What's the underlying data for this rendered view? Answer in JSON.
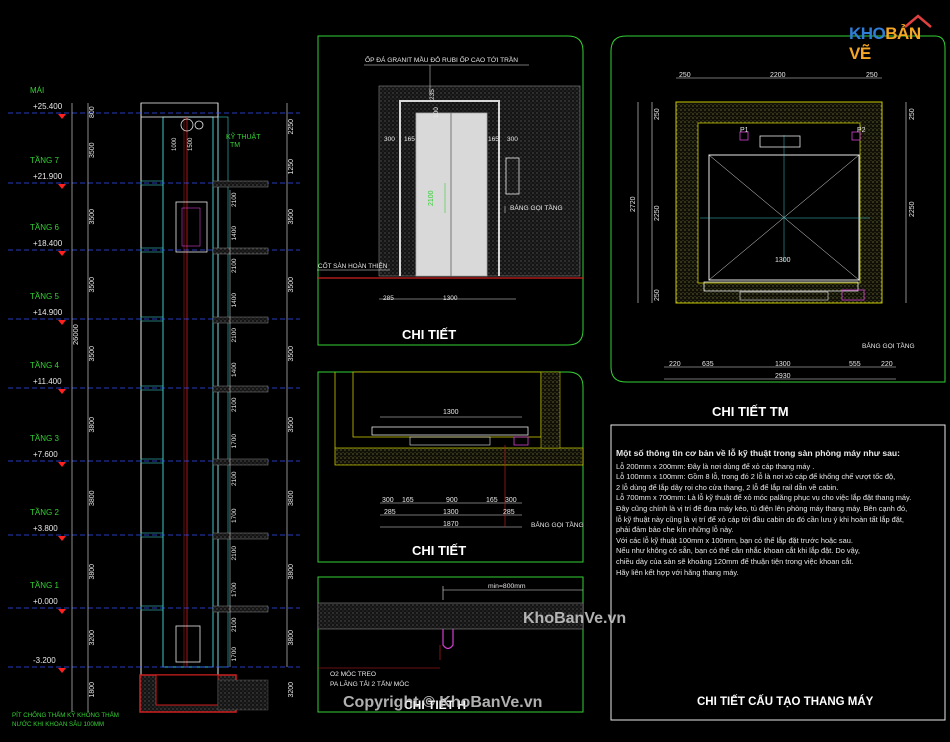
{
  "section": {
    "levels": [
      {
        "name": "MÁI",
        "elev": "+25.400"
      },
      {
        "name": "TẦNG 7",
        "elev": "+21.900"
      },
      {
        "name": "TẦNG 6",
        "elev": "+18.400"
      },
      {
        "name": "TẦNG 5",
        "elev": "+14.900"
      },
      {
        "name": "TẦNG 4",
        "elev": "+11.400"
      },
      {
        "name": "TẦNG 3",
        "elev": "+7.600"
      },
      {
        "name": "TẦNG 2",
        "elev": "+3.800"
      },
      {
        "name": "TẦNG 1",
        "elev": "+0.000"
      },
      {
        "name": "",
        "elev": "-3.200"
      }
    ],
    "left_dims": [
      "800",
      "3500",
      "3500",
      "3500",
      "3500",
      "3800",
      "3800",
      "3800",
      "3200",
      "1800"
    ],
    "overall_dim": "26000",
    "right_dims": [
      "2250",
      "1250",
      "3500",
      "3500",
      "3500",
      "3500",
      "3800",
      "3800",
      "3800",
      "3200"
    ],
    "inner_dims": [
      "2100",
      "1400",
      "2100",
      "1400",
      "2100",
      "1400",
      "2100",
      "1700",
      "2100",
      "1700",
      "2100",
      "1700",
      "2100",
      "1700"
    ],
    "small_dims": [
      "1000",
      "1500"
    ],
    "machine_label_1": "KỸ THUẬT",
    "machine_label_2": "TM",
    "pit_note_1": "PÍT CHỐNG THẤM KỸ KHÔNG THẤM",
    "pit_note_2": "NƯỚC KHI KHOAN SÂU 100MM"
  },
  "front": {
    "granite_note": "ỐP ĐÁ GRANIT MẦU ĐỎ RUBI ỐP CAO TỚI TRẦN",
    "dims_top": [
      "300",
      "165",
      "165",
      "300"
    ],
    "dim_vert": [
      "235",
      "100"
    ],
    "door_height": "2100",
    "floor_note": "CỐT SÀN HOÀN THIỆN",
    "dim_bottom_small": "285",
    "dim_bottom": "1300",
    "call_panel": "BẢNG GỌI TẦNG",
    "title": "CHI TIẾT"
  },
  "plan_tm": {
    "dims_top": [
      "250",
      "2200",
      "250"
    ],
    "dims_left": [
      "250",
      "2250",
      "250"
    ],
    "overall_left": "2720",
    "dims_right": [
      "250",
      "2250"
    ],
    "p1": "P1",
    "p2": "P2",
    "inner_dim": "1300",
    "call_panel": "BẢNG GỌI TẦNG",
    "dims_bottom": [
      "220",
      "635",
      "1300",
      "555",
      "220"
    ],
    "overall_bottom": "2930",
    "title": "CHI TIẾT TM"
  },
  "sill": {
    "dim_top": "1300",
    "dims_row1": [
      "300",
      "165",
      "900",
      "165",
      "300"
    ],
    "dims_row2": [
      "285",
      "1300",
      "285"
    ],
    "overall": "1870",
    "call_panel": "BẢNG GỌI TẦNG",
    "title": "CHI TIẾT"
  },
  "hook": {
    "dim": "min=800mm",
    "note_1": "O2 MÓC TREO",
    "note_2": "PA LĂNG TẢI 2 TẤN/ MÓC",
    "title": "CHI TIẾT H"
  },
  "notes": {
    "heading": "Một số thông tin cơ bản về lỗ kỹ thuật trong sàn phòng máy như sau:",
    "lines": [
      "Lỗ 200mm x 200mm: Đây là nơi dùng để xỏ cáp thang máy .",
      "Lỗ 100mm x 100mm: Gồm 8 lỗ, trong đó 2 lỗ là nơi xỏ cáp để khống chế vượt tốc độ,",
      "2 lỗ dùng để lắp dây rọi cho cửa thang, 2 lỗ để lắp rail dẫn về cabin.",
      "Lỗ 700mm x 700mm: Là lỗ kỹ thuật để xỏ móc palăng phục vụ cho việc lắp đặt thang máy.",
      "Đây cũng chính là vị trí để đưa máy kéo, tủ điện lên phòng máy thang máy. Bên cạnh đó,",
      " lỗ kỹ thuật này cũng là vị trí để xỏ cáp tới đầu cabin do đó cần lưu ý khi hoàn tất lắp đặt,",
      "phải đảm bảo che kín những lỗ này.",
      "Với các lỗ kỹ thuật 100mm x 100mm, bạn có thể lắp đặt trước hoặc sau.",
      "Nếu như không có sẵn, bạn có thể cân nhắc khoan cắt khi lắp đặt. Do vậy,",
      "chiều dày của sàn sẽ khoảng 120mm để thuận tiện trong việc khoan cắt.",
      "Hãy liên kết hợp với hãng thang máy."
    ],
    "title": "CHI TIẾT CẤU TẠO THANG MÁY"
  },
  "branding": {
    "logo_a": "KHO",
    "logo_b": "BẢN VẼ",
    "watermark": "KhoBanVe.vn",
    "copyright": "Copyright © KhoBanVe.vn"
  },
  "colors": {
    "frame": "#35d035",
    "shaft": "#3ec8c8",
    "elev_text": "#35d035",
    "elev_line": "#3050ff",
    "marker": "#ff2020",
    "dim": "#e8e8e8",
    "magenta": "#d040d0",
    "accent": "#f5a623",
    "brand_blue": "#2e7dd7"
  }
}
